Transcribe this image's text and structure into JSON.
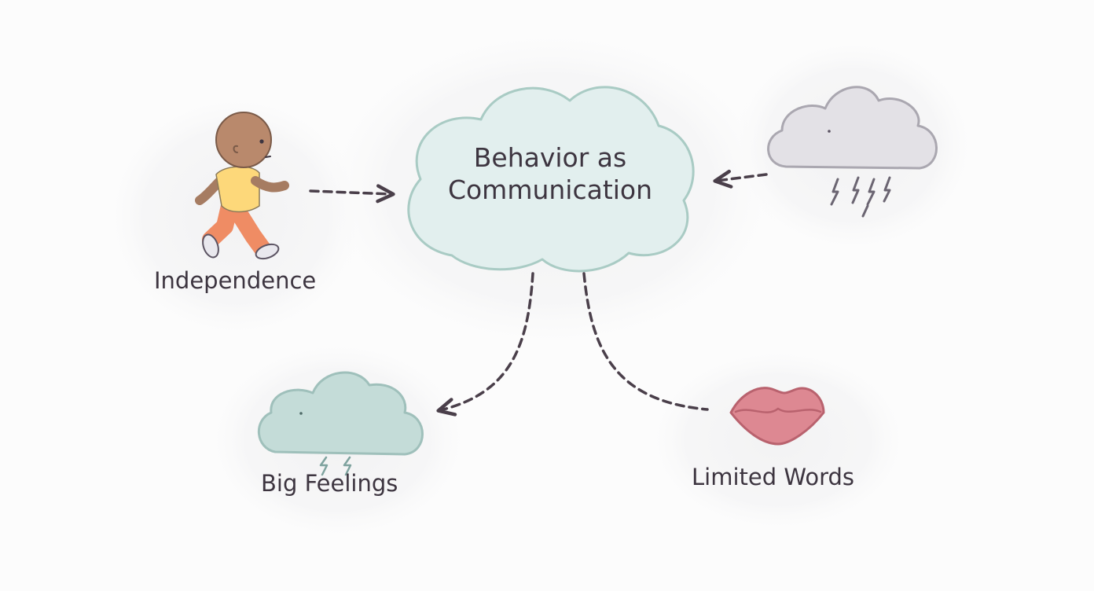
{
  "diagram": {
    "center": {
      "line1": "Behavior as",
      "line2": "Communication"
    },
    "nodes": [
      {
        "id": "independence",
        "label": "Independence",
        "icon": "toddler-walking-icon"
      },
      {
        "id": "big-feelings",
        "label": "Big Feelings",
        "icon": "teal-cloud-icon"
      },
      {
        "id": "limited-words",
        "label": "Limited Words",
        "icon": "lips-icon"
      },
      {
        "id": "storm",
        "label": "",
        "icon": "storm-cloud-icon"
      }
    ],
    "colors": {
      "center_cloud_fill": "#e2efee",
      "center_cloud_stroke": "#a9cbc4",
      "teal_cloud_fill": "#c4dcd8",
      "grey_cloud_fill": "#e3e1e6",
      "lips": "#dd8892",
      "arrow": "#4a3f4a",
      "text": "#3d3540"
    }
  }
}
